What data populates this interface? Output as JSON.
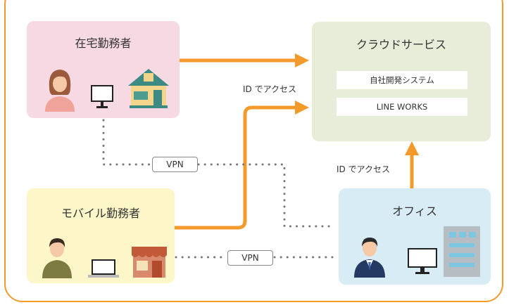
{
  "boxes": {
    "home": {
      "title": "在宅勤務者"
    },
    "mobile": {
      "title": "モバイル勤務者"
    },
    "cloud": {
      "title": "クラウドサービス",
      "services": [
        "自社開発システム",
        "LINE WORKS"
      ]
    },
    "office": {
      "title": "オフィス"
    }
  },
  "labels": {
    "id_access_1": "ID でアクセス",
    "id_access_2": "ID でアクセス"
  },
  "vpn": {
    "label1": "VPN",
    "label2": "VPN"
  },
  "colors": {
    "frame": "#f39a2a",
    "arrow": "#f39a2a",
    "home": "#f7d9e4",
    "mobile": "#fdf6c8",
    "cloud": "#e7edd8",
    "office": "#d7ecf5"
  },
  "icons": [
    "woman-icon",
    "monitor-icon",
    "house-icon",
    "man-icon",
    "laptop-icon",
    "shop-icon",
    "businessman-icon",
    "office-building-icon"
  ]
}
